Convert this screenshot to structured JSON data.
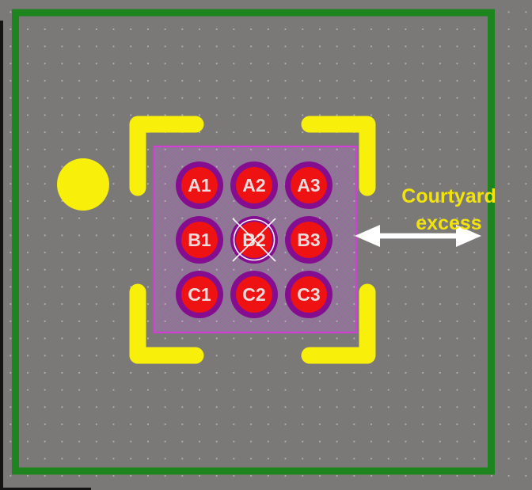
{
  "app": {
    "view": "PCB footprint editor canvas"
  },
  "canvas": {
    "background_color": "#7b7878",
    "grid_dot_color": "#b7b5b5"
  },
  "courtyard": {
    "outline_color": "#1e851e"
  },
  "silkscreen": {
    "color": "#f8f00a",
    "pin1_marker": "circle"
  },
  "component_body": {
    "outline_color": "#d13fd4",
    "hatch_color": "#c549cb"
  },
  "pads": {
    "ring_color": "#850d8f",
    "center_color": "#ee1212",
    "label_color": "#eedcdc",
    "items": [
      {
        "label": "A1",
        "selected": false
      },
      {
        "label": "A2",
        "selected": false
      },
      {
        "label": "A3",
        "selected": false
      },
      {
        "label": "B1",
        "selected": false
      },
      {
        "label": "B2",
        "selected": true
      },
      {
        "label": "B3",
        "selected": false
      },
      {
        "label": "C1",
        "selected": false
      },
      {
        "label": "C2",
        "selected": false
      },
      {
        "label": "C3",
        "selected": false
      }
    ]
  },
  "annotation": {
    "line1": "Courtyard",
    "line2": "excess",
    "text_color": "#f2e40a",
    "arrow_color": "#ffffff"
  }
}
